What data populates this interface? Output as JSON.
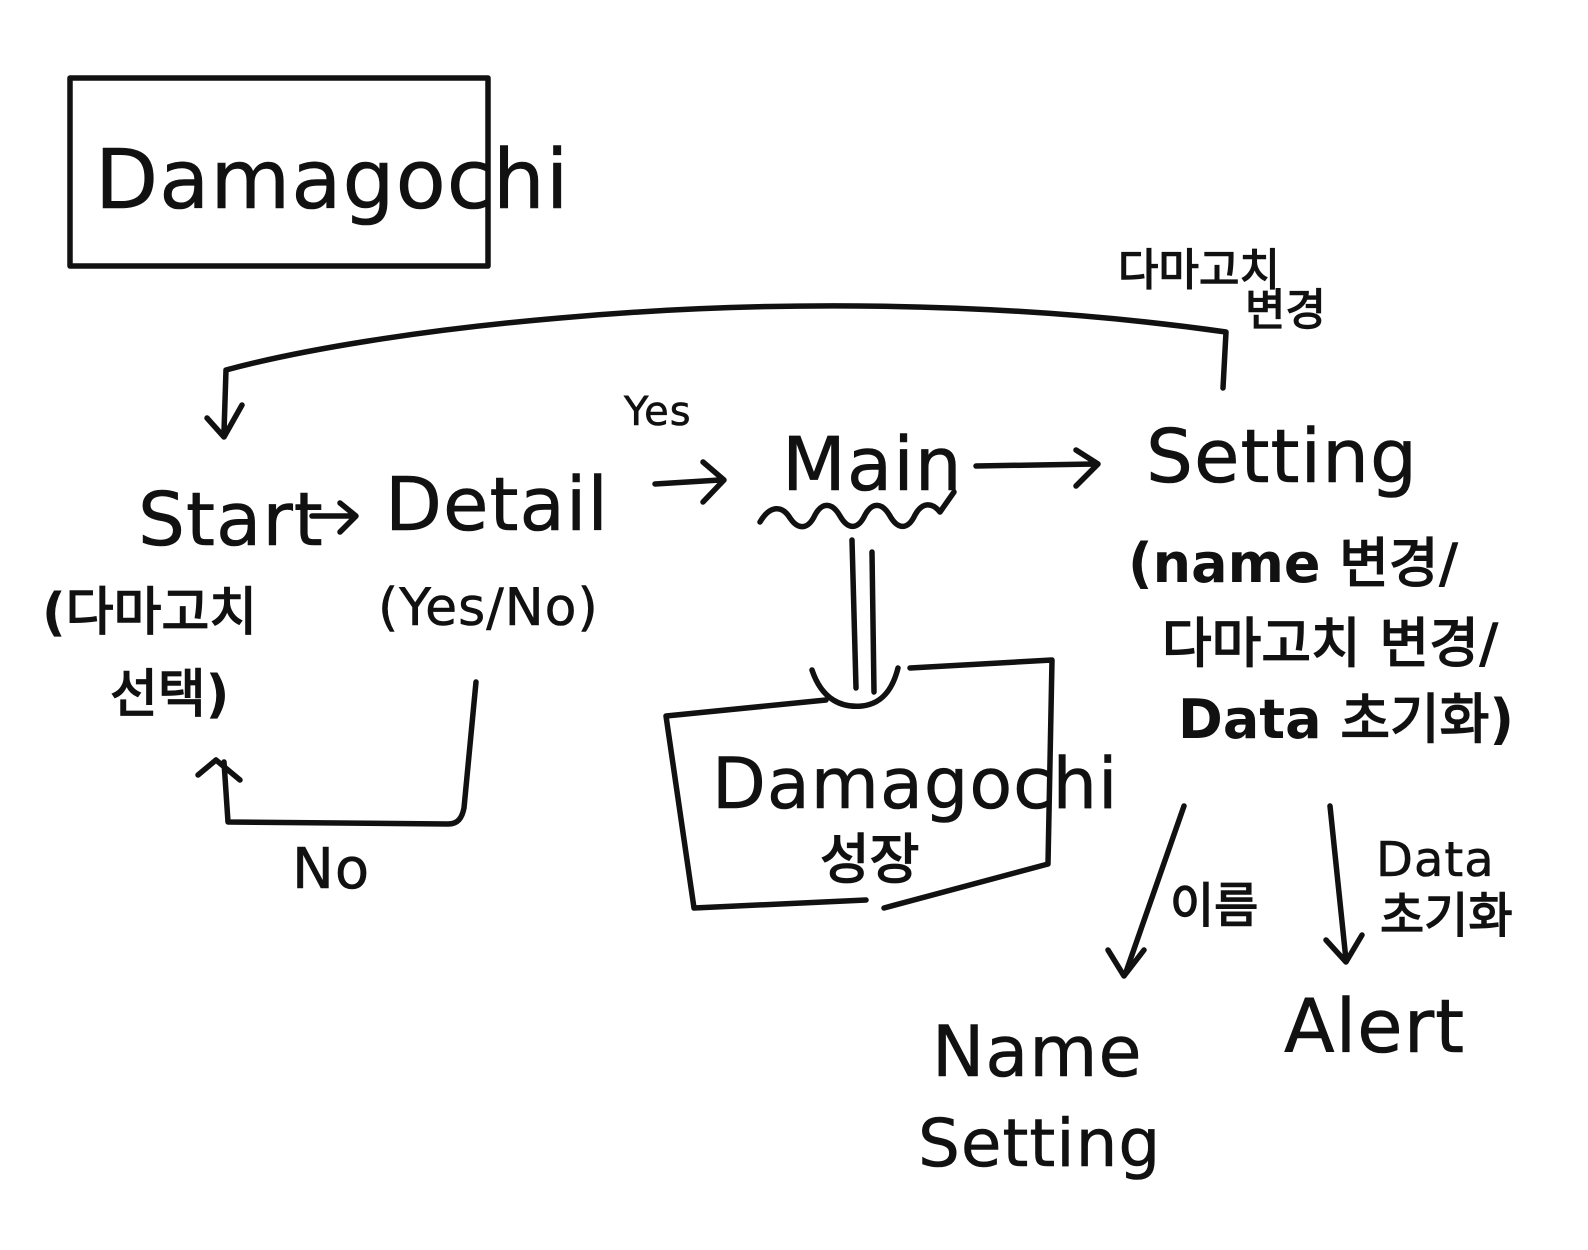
{
  "title": "Damagochi",
  "nodes": {
    "start": {
      "label": "Start",
      "note_1": "(다마고치",
      "note_2": "선택)"
    },
    "detail": {
      "label": "Detail",
      "note": "(Yes/No)"
    },
    "main": {
      "label": "Main"
    },
    "setting": {
      "label": "Setting",
      "note_1": "(name 변경/",
      "note_2": "다마고치 변경/",
      "note_3": "Data 초기화)"
    },
    "growth": {
      "label_1": "Damagochi",
      "label_2": "성장"
    },
    "name_setting": {
      "label_1": "Name",
      "label_2": "Setting"
    },
    "alert": {
      "label": "Alert"
    }
  },
  "edges": {
    "detail_to_main": "Yes",
    "detail_to_start": "No",
    "setting_to_start_1": "다마고치",
    "setting_to_start_2": "변경",
    "setting_to_name": "이름",
    "setting_to_alert_1": "Data",
    "setting_to_alert_2": "초기화"
  }
}
